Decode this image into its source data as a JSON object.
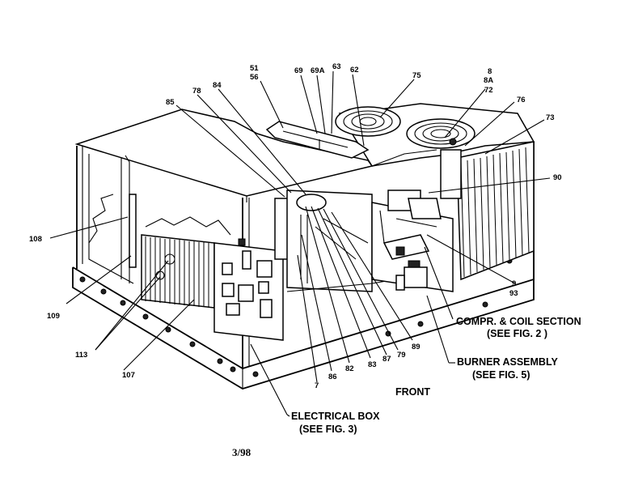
{
  "document": {
    "footer_date": "3/98"
  },
  "diagram": {
    "part_labels": {
      "p51": "51",
      "p56": "56",
      "p69": "69",
      "p69a": "69A",
      "p63": "63",
      "p62": "62",
      "p75": "75",
      "p8": "8",
      "p8a": "8A",
      "p72": "72",
      "p76": "76",
      "p73": "73",
      "p78": "78",
      "p84": "84",
      "p85": "85",
      "p90": "90",
      "p108": "108",
      "p109": "109",
      "p113": "113",
      "p107": "107",
      "p7": "7",
      "p86": "86",
      "p82": "82",
      "p83": "83",
      "p87": "87",
      "p79": "79",
      "p89": "89",
      "p9": "9",
      "p93": "93"
    },
    "callouts": {
      "compr_coil_line1": "COMPR. & COIL SECTION",
      "compr_coil_line2": "(SEE FIG. 2 )",
      "burner_line1": "BURNER ASSEMBLY",
      "burner_line2": "(SEE FIG. 5)",
      "front": "FRONT",
      "electrical_line1": "ELECTRICAL BOX",
      "electrical_line2": "(SEE FIG. 3)"
    }
  }
}
